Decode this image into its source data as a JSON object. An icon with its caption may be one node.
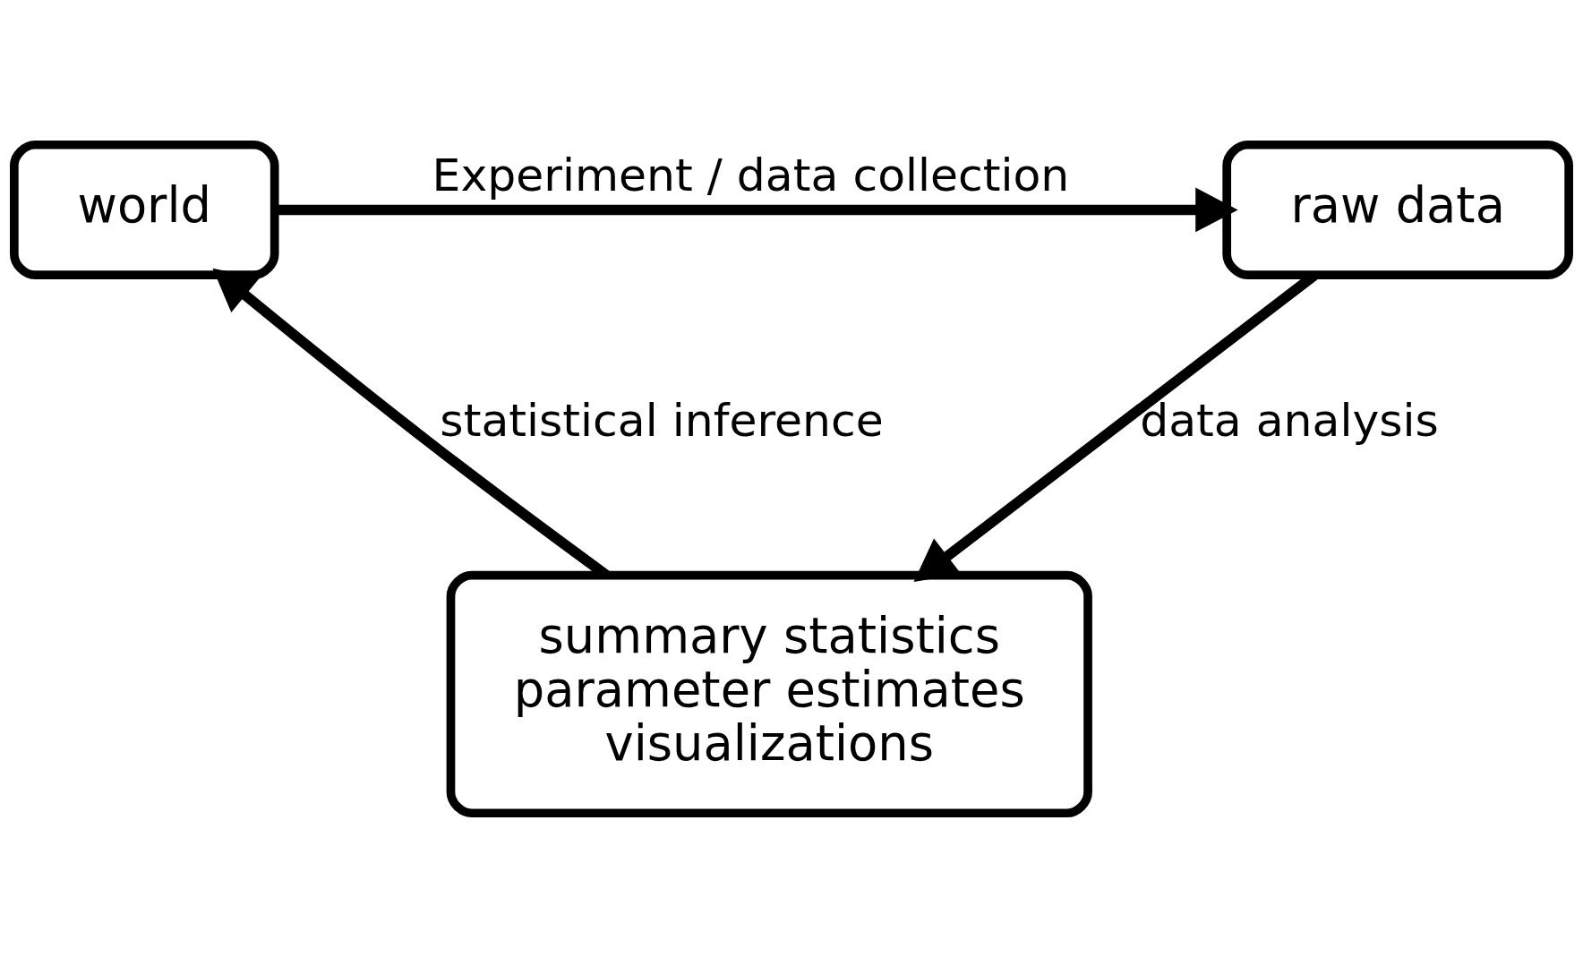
{
  "diagram": {
    "nodes": [
      {
        "text": [
          "world"
        ]
      },
      {
        "text": [
          "raw data"
        ]
      },
      {
        "text": [
          "summary statistics",
          "parameter estimates",
          "visualizations"
        ]
      }
    ],
    "edges": [
      {
        "from": 0,
        "to": 1,
        "arrow": "to",
        "label": "Experiment / data collection"
      },
      {
        "from": 1,
        "to": 2,
        "arrow": "to",
        "label": "data analysis"
      },
      {
        "from": 2,
        "to": 0,
        "arrow": "to",
        "label": "statistical inference"
      }
    ]
  }
}
